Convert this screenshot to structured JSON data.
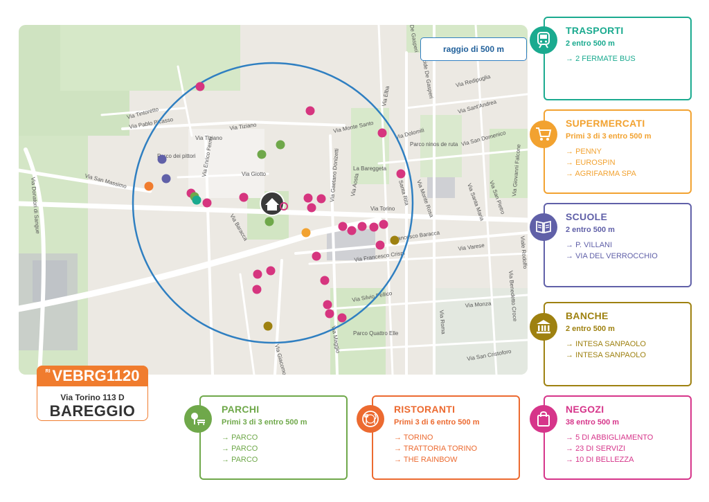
{
  "map": {
    "radius_label": "raggio di 500 m",
    "streets": [
      "Via Tintoretto",
      "Via Pablo Picasso",
      "Via Tiziano",
      "Via Tiziano",
      "Via Enrico Fermi",
      "Via Giotto",
      "Via San Massimo",
      "Via Donatori di Sangue",
      "Via Monte Santo",
      "Via Gaetano Donizetti",
      "Via Aosta",
      "Via Elba",
      "Via Dolomiti",
      "Via Redipuglia",
      "Via Sant'Andrea",
      "Via San Domenico",
      "Via Giovanni Falcone",
      "Via Torino",
      "Via Monte Rosa",
      "Santa Rita",
      "Via Santa Maria",
      "Via San Pietro",
      "Via Baracca",
      "Francesco Baracca",
      "Via Francesco Crispi",
      "Via Varese",
      "Viale Rodolfo",
      "Via Benedetto Croce",
      "Via Silvio Pellico",
      "Via Monza",
      "Via Roma",
      "Via San Cristoforo",
      "Via Giacomo",
      "Via Maggio",
      "Parco Quattro Elle",
      "La Bareggeta",
      "Parco ninos de ruta",
      "Parco dei pittori",
      "De Gasperi",
      "Via Alcide De Gasperi"
    ]
  },
  "reference": {
    "prefix": "RI",
    "code": "VEBRG1120",
    "street": "Via Torino 113 D",
    "city": "BAREGGIO"
  },
  "cards": {
    "trasporti": {
      "title": "TRASPORTI",
      "sub": "2 entro 500 m",
      "items": [
        "2 FERMATE BUS"
      ],
      "color": "#1aaa8f",
      "icon": "train-icon"
    },
    "supermercati": {
      "title": "SUPERMERCATI",
      "sub": "Primi 3 di 3 entro 500 m",
      "items": [
        "PENNY",
        "EUROSPIN",
        "AGRIFARMA SPA"
      ],
      "color": "#f2a230",
      "icon": "cart-icon"
    },
    "scuole": {
      "title": "SCUOLE",
      "sub": "2 entro 500 m",
      "items": [
        "P. VILLANI",
        "VIA DEL VERROCCHIO"
      ],
      "color": "#6060a8",
      "icon": "book-icon"
    },
    "banche": {
      "title": "BANCHE",
      "sub": "2 entro 500 m",
      "items": [
        "INTESA SANPAOLO",
        "INTESA SANPAOLO"
      ],
      "color": "#9e8110",
      "icon": "bank-icon"
    },
    "parchi": {
      "title": "PARCHI",
      "sub": "Primi 3 di 3 entro 500 m",
      "items": [
        "PARCO",
        "PARCO",
        "PARCO"
      ],
      "color": "#6fa84a",
      "icon": "tree-bench-icon"
    },
    "ristoranti": {
      "title": "RISTORANTI",
      "sub": "Primi 3 di 6 entro 500 m",
      "items": [
        "TORINO",
        "TRATTORIA TORINO",
        "THE RAINBOW"
      ],
      "color": "#ec6a30",
      "icon": "plate-icon"
    },
    "negozi": {
      "title": "NEGOZI",
      "sub": "38 entro 500 m",
      "items": [
        "5 DI ABBIGLIAMENTO",
        "23 DI SERVIZI",
        "10 DI BELLEZZA"
      ],
      "color": "#d6358a",
      "icon": "shopping-bag-icon"
    }
  }
}
